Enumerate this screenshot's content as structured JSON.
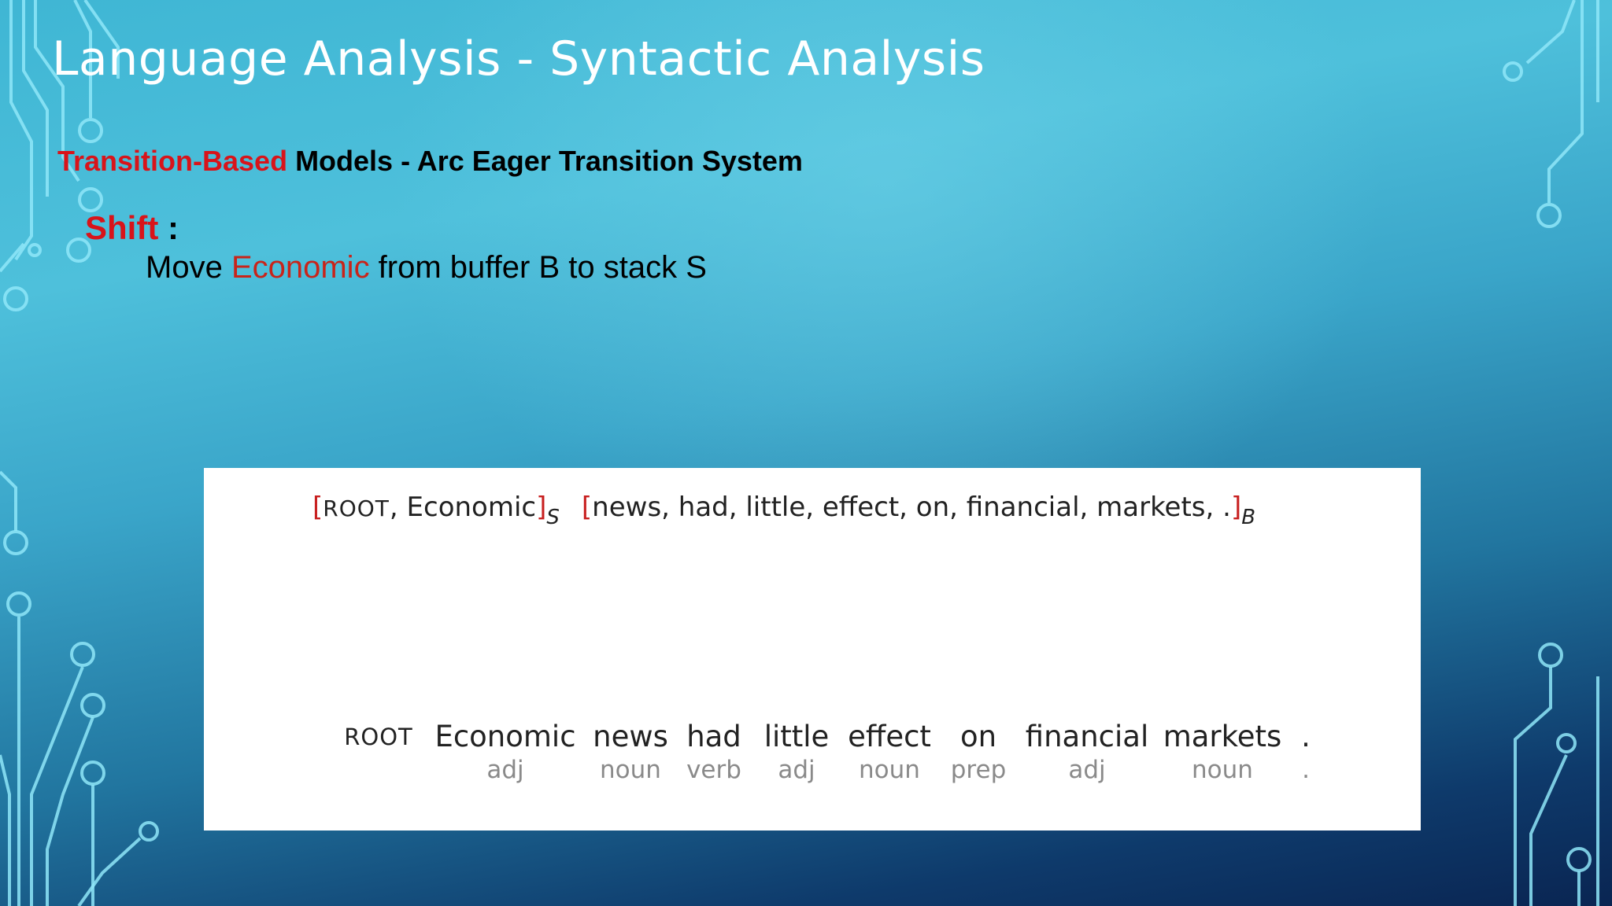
{
  "slide": {
    "title": "Language Analysis - Syntactic Analysis",
    "subtitle_red": "Transition-Based",
    "subtitle_rest": " Models - Arc Eager Transition System",
    "action_label": "Shift",
    "action_colon": " :",
    "move_prefix": "Move ",
    "move_word": "Economic",
    "move_suffix": " from buffer B to stack S"
  },
  "diagram": {
    "stack": {
      "open": "[",
      "root": "ROOT",
      "sep": ", ",
      "word": "Economic",
      "close": "]",
      "sub": "S"
    },
    "buffer": {
      "open": "[",
      "text": "news, had, little, effect, on, financial, markets, .",
      "close": "]",
      "sub": "B"
    },
    "tokens": [
      {
        "word": "ROOT",
        "tag": ""
      },
      {
        "word": "Economic",
        "tag": "adj"
      },
      {
        "word": "news",
        "tag": "noun"
      },
      {
        "word": "had",
        "tag": "verb"
      },
      {
        "word": "little",
        "tag": "adj"
      },
      {
        "word": "effect",
        "tag": "noun"
      },
      {
        "word": "on",
        "tag": "prep"
      },
      {
        "word": "financial",
        "tag": "adj"
      },
      {
        "word": "markets",
        "tag": "noun"
      },
      {
        "word": ".",
        "tag": "."
      }
    ]
  }
}
